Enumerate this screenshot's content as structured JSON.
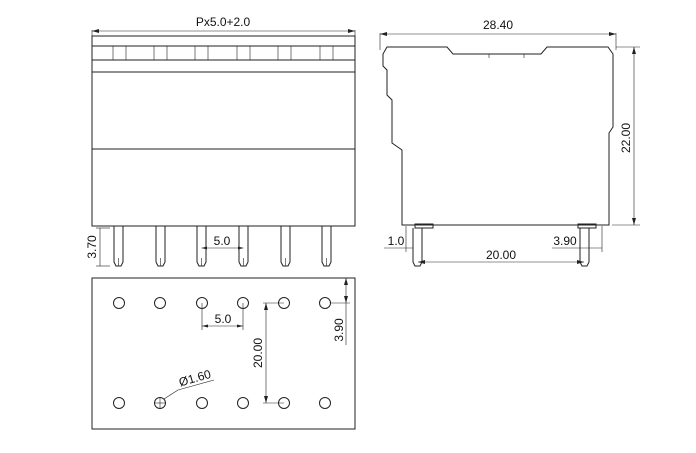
{
  "front_view": {
    "width_dim": "Px5.0+2.0",
    "pin_length_dim": "3.70",
    "pitch_dim": "5.0"
  },
  "side_view": {
    "length_dim": "28.40",
    "height_dim": "22.00",
    "pin_offset_dim": "1.0",
    "pin_span_dim": "20.00",
    "pin_offset_right_dim": "3.90"
  },
  "pcb_layout": {
    "pitch_dim": "5.0",
    "row_spacing_dim": "20.00",
    "edge_offset_dim": "3.90",
    "hole_diameter_dim": "Ø1.60"
  }
}
